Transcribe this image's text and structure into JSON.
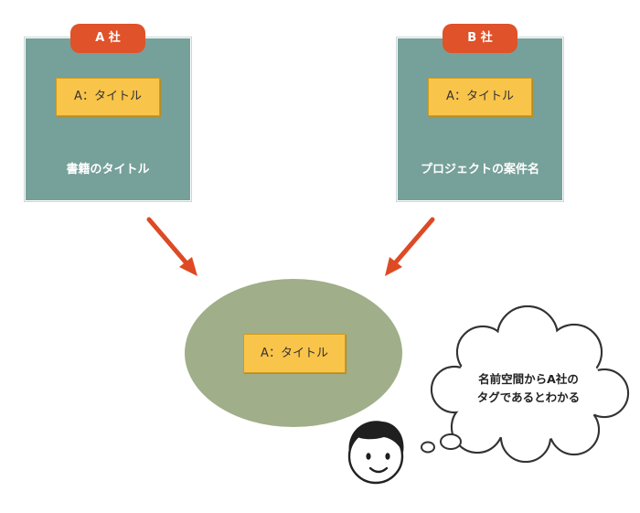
{
  "companies": [
    {
      "tab_label": "A 社",
      "title_tag": "A：タイトル",
      "caption": "書籍のタイトル"
    },
    {
      "tab_label": "B 社",
      "title_tag": "A：タイトル",
      "caption": "プロジェクトの案件名"
    }
  ],
  "center": {
    "title_tag": "A：タイトル"
  },
  "thought": {
    "line1": "名前空間からA社の",
    "line2": "タグであるとわかる"
  },
  "colors": {
    "company_box": "#76a09a",
    "company_tab": "#e0522a",
    "title_tag": "#f9c44a",
    "ellipse": "#a0ae89",
    "arrow": "#dd4a24"
  }
}
